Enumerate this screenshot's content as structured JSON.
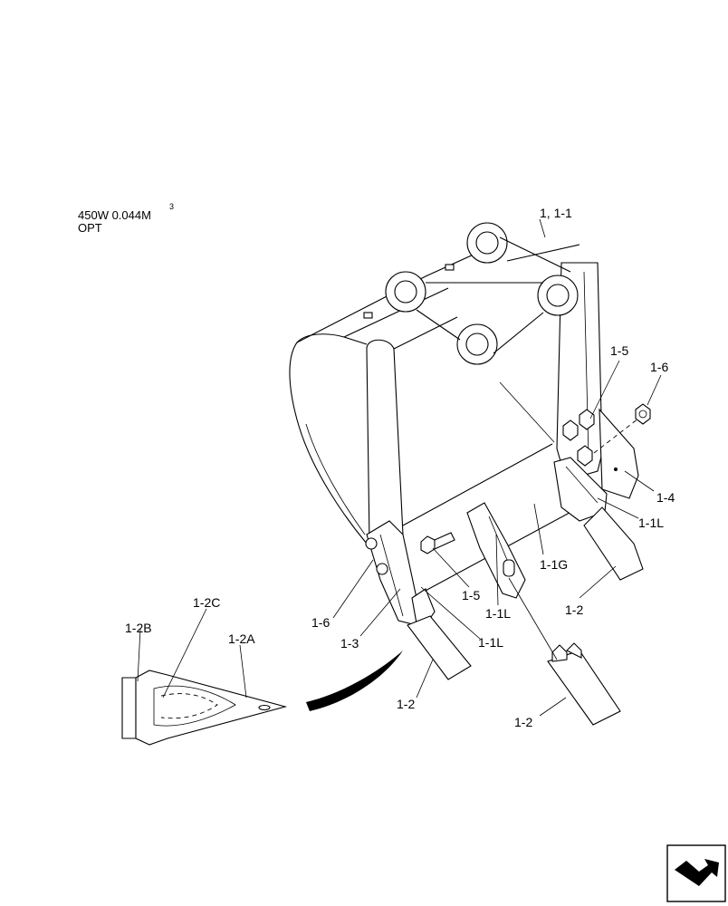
{
  "header": {
    "model": "450W  0.044M",
    "superscript": "3",
    "variant": "OPT"
  },
  "callouts": [
    {
      "id": "1-1",
      "text": "1, 1-1"
    },
    {
      "id": "1-5-top",
      "text": "1-5"
    },
    {
      "id": "1-6-top",
      "text": "1-6"
    },
    {
      "id": "1-4",
      "text": "1-4"
    },
    {
      "id": "1-1l-right",
      "text": "1-1L"
    },
    {
      "id": "1-1g",
      "text": "1-1G"
    },
    {
      "id": "1-5-mid",
      "text": "1-5"
    },
    {
      "id": "1-1l-mid",
      "text": "1-1L"
    },
    {
      "id": "1-2-right",
      "text": "1-2"
    },
    {
      "id": "1-6-left",
      "text": "1-6"
    },
    {
      "id": "1-3",
      "text": "1-3"
    },
    {
      "id": "1-1l-left",
      "text": "1-1L"
    },
    {
      "id": "1-2-left",
      "text": "1-2"
    },
    {
      "id": "1-2-bottom",
      "text": "1-2"
    },
    {
      "id": "1-2b",
      "text": "1-2B"
    },
    {
      "id": "1-2c",
      "text": "1-2C"
    },
    {
      "id": "1-2a",
      "text": "1-2A"
    }
  ],
  "icons": {
    "nav": "next-page-arrow-icon"
  }
}
